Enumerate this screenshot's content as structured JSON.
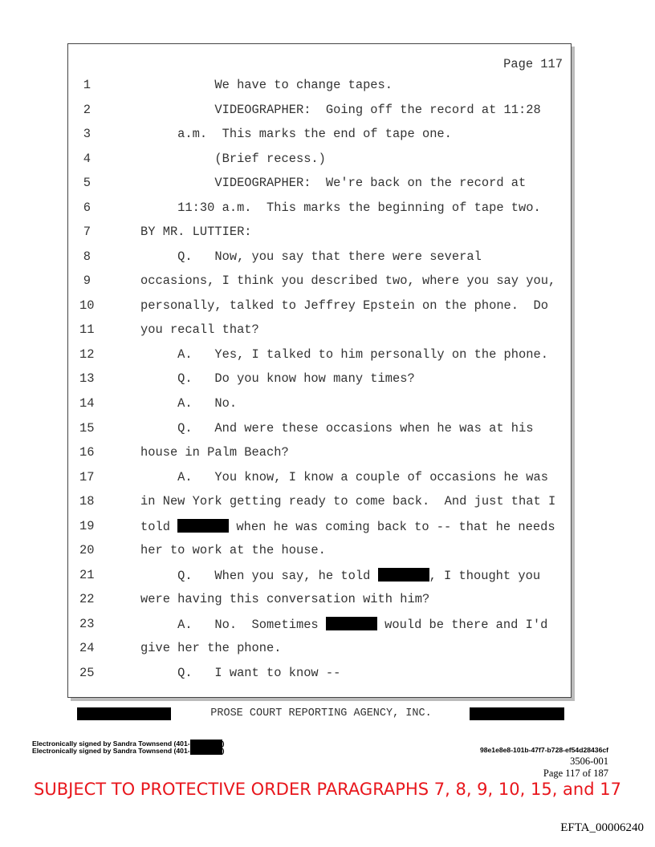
{
  "transcript": {
    "page_header": "Page 117",
    "lines": [
      {
        "n": "1",
        "segs": [
          "          We have to change tapes."
        ]
      },
      {
        "n": "2",
        "segs": [
          "          VIDEOGRAPHER:  Going off the record at 11:28"
        ]
      },
      {
        "n": "3",
        "segs": [
          "     a.m.  This marks the end of tape one."
        ]
      },
      {
        "n": "4",
        "segs": [
          "          (Brief recess.)"
        ]
      },
      {
        "n": "5",
        "segs": [
          "          VIDEOGRAPHER:  We're back on the record at"
        ]
      },
      {
        "n": "6",
        "segs": [
          "     11:30 a.m.  This marks the beginning of tape two."
        ]
      },
      {
        "n": "7",
        "segs": [
          "BY MR. LUTTIER:"
        ]
      },
      {
        "n": "8",
        "segs": [
          "     Q.   Now, you say that there were several"
        ]
      },
      {
        "n": "9",
        "segs": [
          "occasions, I think you described two, where you say you,"
        ]
      },
      {
        "n": "10",
        "segs": [
          "personally, talked to Jeffrey Epstein on the phone.  Do"
        ]
      },
      {
        "n": "11",
        "segs": [
          "you recall that?"
        ]
      },
      {
        "n": "12",
        "segs": [
          "     A.   Yes, I talked to him personally on the phone."
        ]
      },
      {
        "n": "13",
        "segs": [
          "     Q.   Do you know how many times?"
        ]
      },
      {
        "n": "14",
        "segs": [
          "     A.   No."
        ]
      },
      {
        "n": "15",
        "segs": [
          "     Q.   And were these occasions when he was at his"
        ]
      },
      {
        "n": "16",
        "segs": [
          "house in Palm Beach?"
        ]
      },
      {
        "n": "17",
        "segs": [
          "     A.   You know, I know a couple of occasions he was"
        ]
      },
      {
        "n": "18",
        "segs": [
          "in New York getting ready to come back.  And just that I"
        ]
      },
      {
        "n": "19",
        "segs": [
          "told ",
          " when he was coming back to -- that he needs"
        ]
      },
      {
        "n": "20",
        "segs": [
          "her to work at the house."
        ]
      },
      {
        "n": "21",
        "segs": [
          "     Q.   When you say, he told ",
          ", I thought you"
        ]
      },
      {
        "n": "22",
        "segs": [
          "were having this conversation with him?"
        ]
      },
      {
        "n": "23",
        "segs": [
          "     A.   No.  Sometimes ",
          " would be there and I'd"
        ]
      },
      {
        "n": "24",
        "segs": [
          "give her the phone."
        ]
      },
      {
        "n": "25",
        "segs": [
          "     Q.   I want to know --"
        ]
      }
    ]
  },
  "footer": {
    "agency": "PROSE COURT REPORTING AGENCY, INC.",
    "signature_1": "Electronically signed by Sandra Townsend (401-",
    "signature_2": "Electronically signed by Sandra Townsend (401-",
    "signature_close": ")",
    "hash": "98e1e8e8-101b-47f7-b728-ef54d28436cf",
    "case_no": "3506-001",
    "page_of": "Page 117 of 187",
    "protective_order": "SUBJECT TO PROTECTIVE ORDER PARAGRAPHS 7, 8, 9, 10, 15, and 17",
    "bates": "EFTA_00006240"
  }
}
